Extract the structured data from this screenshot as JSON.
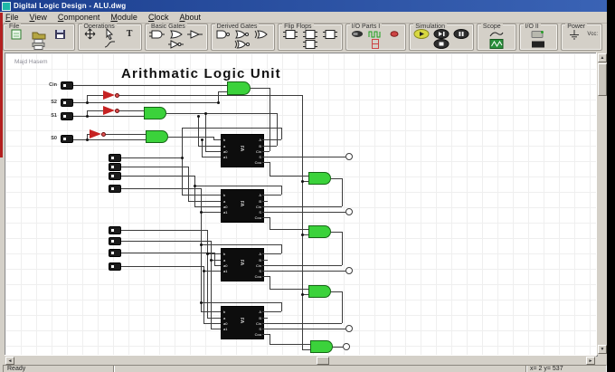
{
  "window": {
    "title": "Digital Logic Design - ALU.dwg"
  },
  "menu": {
    "items": [
      "File",
      "View",
      "Component",
      "Module",
      "Clock",
      "About"
    ]
  },
  "toolbar": {
    "groups": [
      {
        "label": "File",
        "icons": [
          "new-file-icon",
          "open-folder-icon",
          "save-icon",
          "print-icon"
        ]
      },
      {
        "label": "Operations",
        "icons": [
          "move-icon",
          "pointer-icon",
          "text-tool-icon",
          "wire-tool-icon"
        ]
      },
      {
        "label": "Basic Gates",
        "icons": [
          "and-gate-icon",
          "or-gate-icon",
          "buffer-icon",
          "not-gate-icon"
        ]
      },
      {
        "label": "Derived Gates",
        "icons": [
          "nand-gate-icon",
          "nor-gate-icon",
          "xor-gate-icon",
          "xnor-gate-icon"
        ]
      },
      {
        "label": "Flip Flops",
        "icons": [
          "sr-flipflop-icon",
          "d-flipflop-icon",
          "jk-flipflop-icon",
          "t-flipflop-icon"
        ]
      },
      {
        "label": "I/O Parts I",
        "icons": [
          "toggle-switch-icon",
          "clock-pulse-icon",
          "led-icon",
          "seven-segment-icon"
        ]
      },
      {
        "label": "Simulation",
        "icons": [
          "run-icon",
          "step-icon",
          "pause-icon",
          "stop-icon"
        ]
      },
      {
        "label": "Scope",
        "icons": [
          "probe-icon",
          "oscilloscope-icon"
        ]
      },
      {
        "label": "I/O II",
        "icons": [
          "keypad-icon",
          "display-icon"
        ]
      },
      {
        "label": "Power",
        "icons": [
          "ground-icon"
        ],
        "vcc_label": "Vcc:"
      }
    ]
  },
  "canvas": {
    "author": "Majd Hasem",
    "title": "Arithmatic Logic Unit",
    "inputs": [
      "Cin",
      "S2",
      "S1",
      "S0"
    ],
    "chip": {
      "left_pins": [
        "b",
        "a",
        "a0",
        "a1"
      ],
      "right_pins": [
        "A",
        "B",
        "Cin",
        "S",
        "Cou"
      ],
      "center_label": "FA"
    }
  },
  "scroll": {
    "up": "▲",
    "down": "▼",
    "left": "◄",
    "right": "►"
  },
  "statusbar": {
    "ready": "Ready",
    "coordinates": "x= 2 y= 537"
  }
}
